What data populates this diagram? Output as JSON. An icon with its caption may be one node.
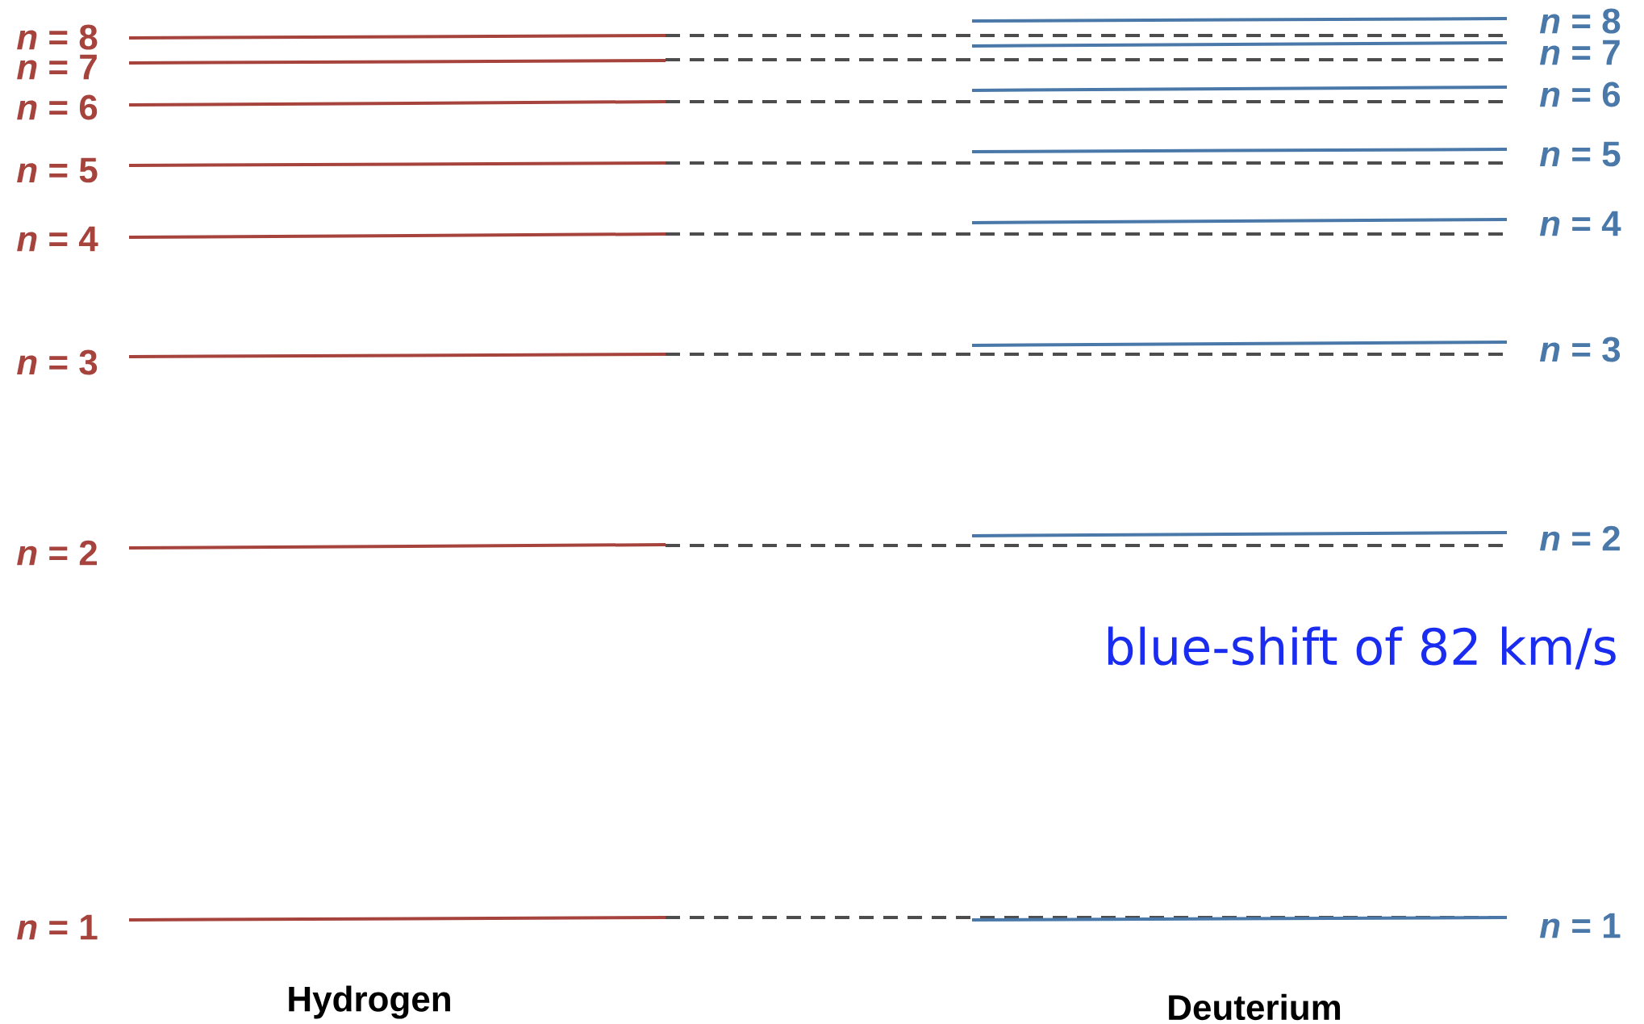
{
  "diagram": {
    "labels": [
      "*n* = 8",
      "*n* = 8",
      "*n* = 7",
      "*n* = 7",
      "*n* = 6",
      "*n* = 6",
      "*n* = 5",
      "*n* = 5",
      "*n* = 4",
      "*n* = 4",
      "*n* = 3",
      "*n* = 3",
      "*n* = 2",
      "*n* = 2",
      "blue-shift of 82 km/s",
      "*n* = 1",
      "*n* = 1",
      "Hydrogen",
      "Deuterium"
    ]
  }
}
